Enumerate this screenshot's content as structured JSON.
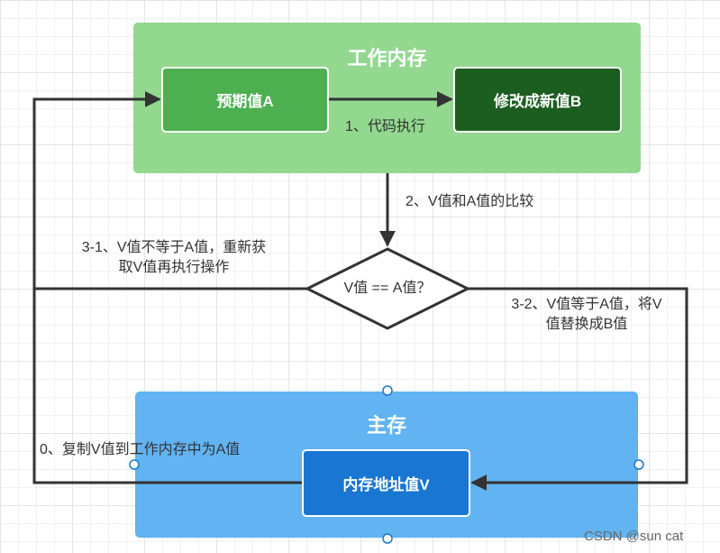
{
  "regions": {
    "work_memory": "工作内存",
    "main_memory": "主存"
  },
  "nodes": {
    "expected_a": "预期值A",
    "new_b": "修改成新值B",
    "memory_v": "内存地址值V",
    "compare": "V值 == A值？"
  },
  "edge_labels": {
    "execute": "1、代码执行",
    "compare": "2、V值和A值的比较",
    "not_equal_line1": "3-1、V值不等于A值，重新获",
    "not_equal_line2": "取V值再执行操作",
    "equal_line1": "3-2、V值等于A值，将V",
    "equal_line2": "值替换成B值",
    "copy": "0、复制V值到工作内存中为A值"
  },
  "watermark": "CSDN @sun cat",
  "colors": {
    "work_region": "#92d88f",
    "main_region": "#61b3f1",
    "box_a": "#4caf50",
    "box_b": "#1b5e20",
    "box_v": "#1976d2",
    "line": "#333333"
  }
}
